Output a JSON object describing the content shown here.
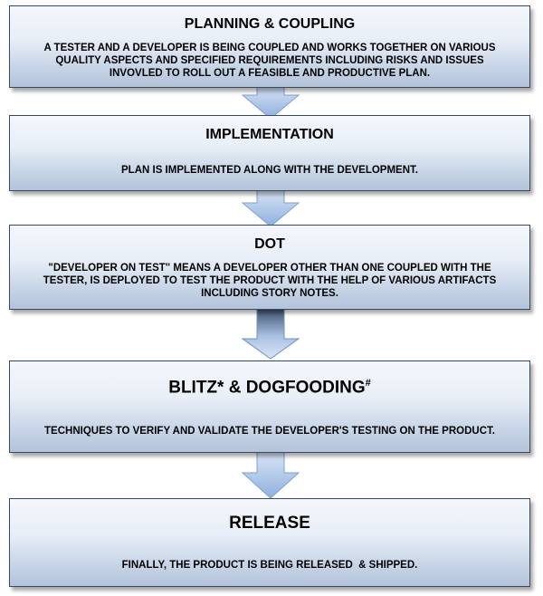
{
  "steps": [
    {
      "title": "PLANNING & COUPLING",
      "description": "A TESTER AND A DEVELOPER IS BEING COUPLED AND WORKS TOGETHER ON VARIOUS QUALITY ASPECTS AND SPECIFIED REQUIREMENTS INCLUDING RISKS AND ISSUES INVOVLED TO ROLL OUT A FEASIBLE AND PRODUCTIVE PLAN."
    },
    {
      "title": "IMPLEMENTATION",
      "description": "PLAN IS IMPLEMENTED ALONG WITH THE DEVELOPMENT."
    },
    {
      "title": "DOT",
      "description": "\"DEVELOPER ON TEST\" MEANS A DEVELOPER OTHER THAN ONE COUPLED WITH THE TESTER, IS DEPLOYED TO TEST THE PRODUCT WITH THE HELP OF VARIOUS ARTIFACTS INCLUDING STORY NOTES."
    },
    {
      "title": "BLITZ* & DOGFOODING",
      "title_superscript": "#",
      "description": "TECHNIQUES TO VERIFY AND VALIDATE THE DEVELOPER'S TESTING ON THE PRODUCT."
    },
    {
      "title": "RELEASE",
      "description": "FINALLY, THE PRODUCT IS BEING RELEASED  & SHIPPED."
    }
  ],
  "colors": {
    "box_border": "#3a4a5e",
    "arrow_fill_top": "#dbe6f6",
    "arrow_fill_bottom": "#8fb0de",
    "arrow_stroke": "#7f9fcf"
  }
}
